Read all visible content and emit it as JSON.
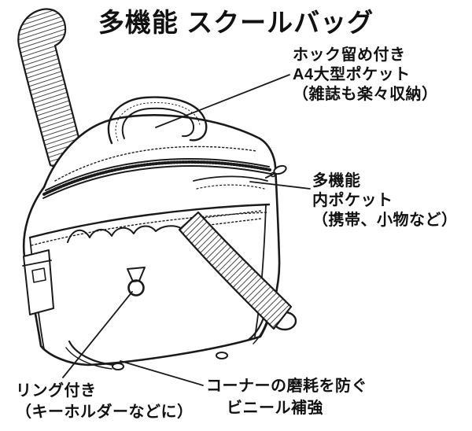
{
  "title": "多機能 スクールバッグ",
  "annotations": {
    "a4_pocket": {
      "lines": [
        "ホック留め付き",
        "A4大型ポケット",
        "（雑誌も楽々収納）"
      ]
    },
    "inner_pocket": {
      "lines": [
        "多機能",
        "内ポケット",
        "（携帯、小物など）"
      ]
    },
    "ring": {
      "lines": [
        "リング付き",
        "（キーホルダーなどに）"
      ]
    },
    "corner": {
      "lines": [
        "コーナーの磨耗を防ぐ",
        "ビニール補強"
      ]
    }
  },
  "colors": {
    "ink": "#1a1a1a",
    "background": "#ffffff"
  }
}
